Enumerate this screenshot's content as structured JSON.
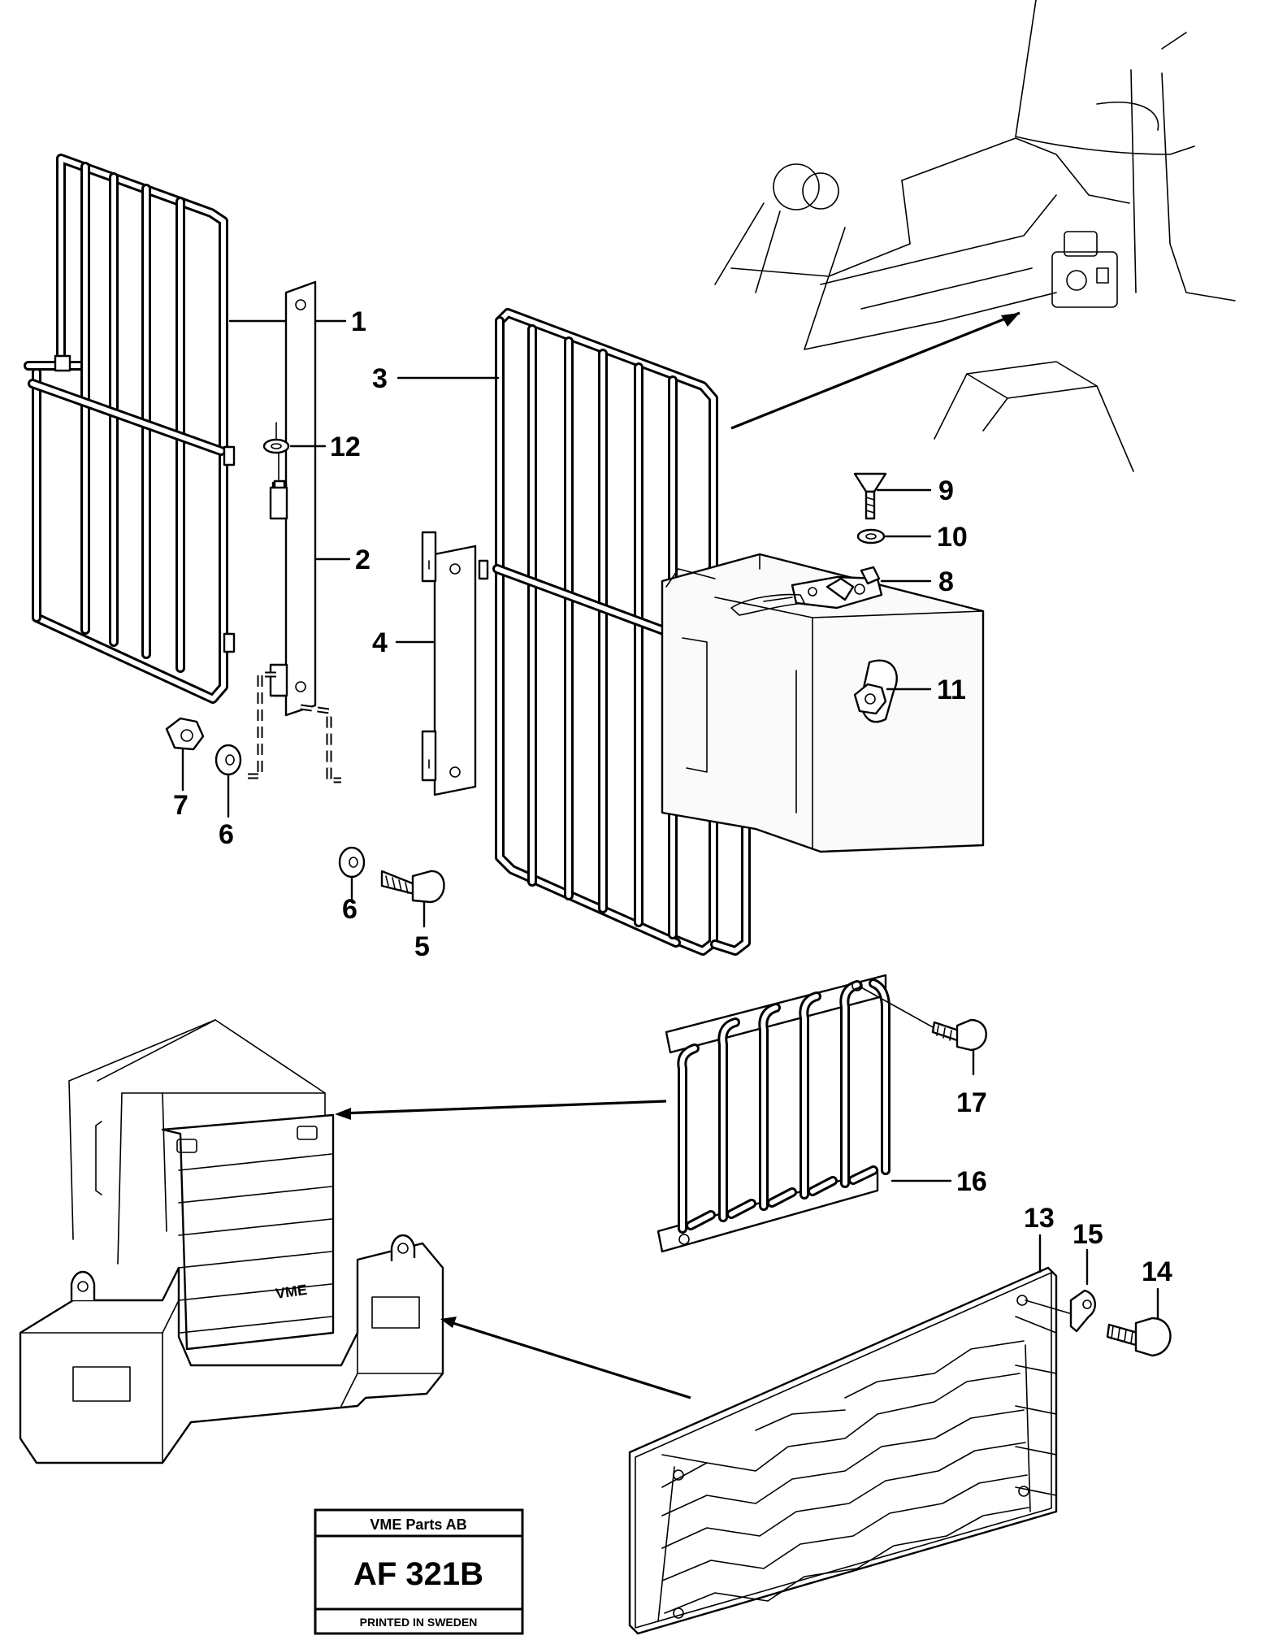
{
  "callouts": [
    {
      "id": "c1",
      "text": "1"
    },
    {
      "id": "c2",
      "text": "2"
    },
    {
      "id": "c3",
      "text": "3"
    },
    {
      "id": "c4",
      "text": "4"
    },
    {
      "id": "c5",
      "text": "5"
    },
    {
      "id": "c6a",
      "text": "6"
    },
    {
      "id": "c6b",
      "text": "6"
    },
    {
      "id": "c7",
      "text": "7"
    },
    {
      "id": "c8",
      "text": "8"
    },
    {
      "id": "c9",
      "text": "9"
    },
    {
      "id": "c10",
      "text": "10"
    },
    {
      "id": "c11",
      "text": "11"
    },
    {
      "id": "c12",
      "text": "12"
    },
    {
      "id": "c13",
      "text": "13"
    },
    {
      "id": "c14",
      "text": "14"
    },
    {
      "id": "c15",
      "text": "15"
    },
    {
      "id": "c16",
      "text": "16"
    },
    {
      "id": "c17",
      "text": "17"
    }
  ],
  "stamp": {
    "company": "VME Parts AB",
    "code": "AF 321B",
    "footer": "PRINTED IN SWEDEN"
  }
}
